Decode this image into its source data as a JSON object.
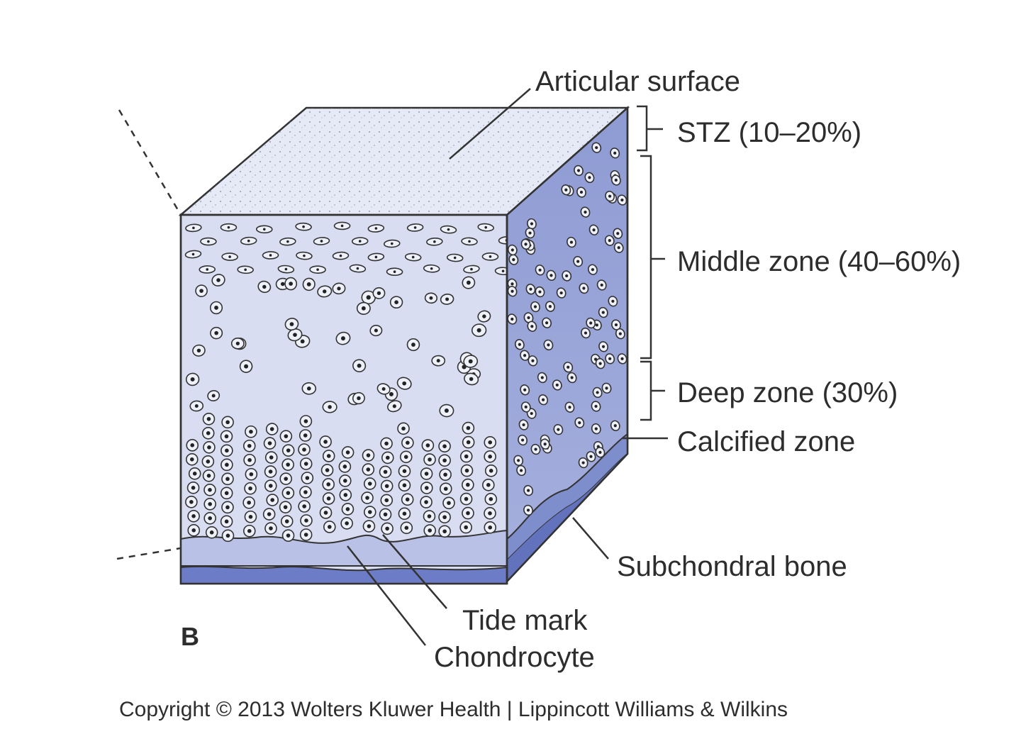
{
  "figure": {
    "panel_letter": "B",
    "copyright": "Copyright © 2013 Wolters Kluwer Health | Lippincott Williams & Wilkins"
  },
  "labels": {
    "articular_surface": "Articular surface",
    "stz": "STZ (10–20%)",
    "middle_zone": "Middle zone (40–60%)",
    "deep_zone": "Deep zone (30%)",
    "calcified_zone": "Calcified zone",
    "subchondral_bone": "Subchondral bone",
    "tide_mark": "Tide mark",
    "chondrocyte": "Chondrocyte"
  },
  "colors": {
    "front_face": "#d9ddf1",
    "side_face": "#9aa6d8",
    "top_face": "#e6e9f6",
    "calcified": "#b9c1e6",
    "bone": "#6c7cc6",
    "ink": "#2d2d2d"
  }
}
